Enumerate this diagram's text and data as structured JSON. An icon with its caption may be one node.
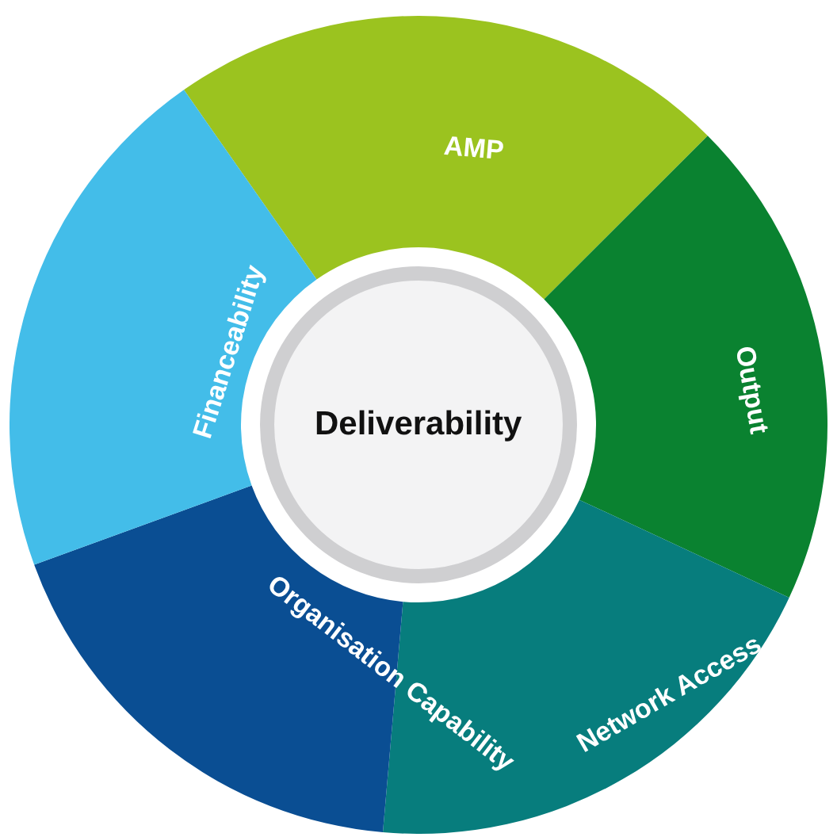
{
  "diagram": {
    "nodes": [
      {
        "text": [
          "AMP"
        ]
      },
      {
        "text": [
          "Output"
        ]
      },
      {
        "text": [
          "Network Access"
        ]
      },
      {
        "text": [
          "Organisation Capability"
        ]
      },
      {
        "text": [
          "Financeability"
        ]
      },
      {
        "text": [
          "Deliverability"
        ]
      }
    ]
  }
}
